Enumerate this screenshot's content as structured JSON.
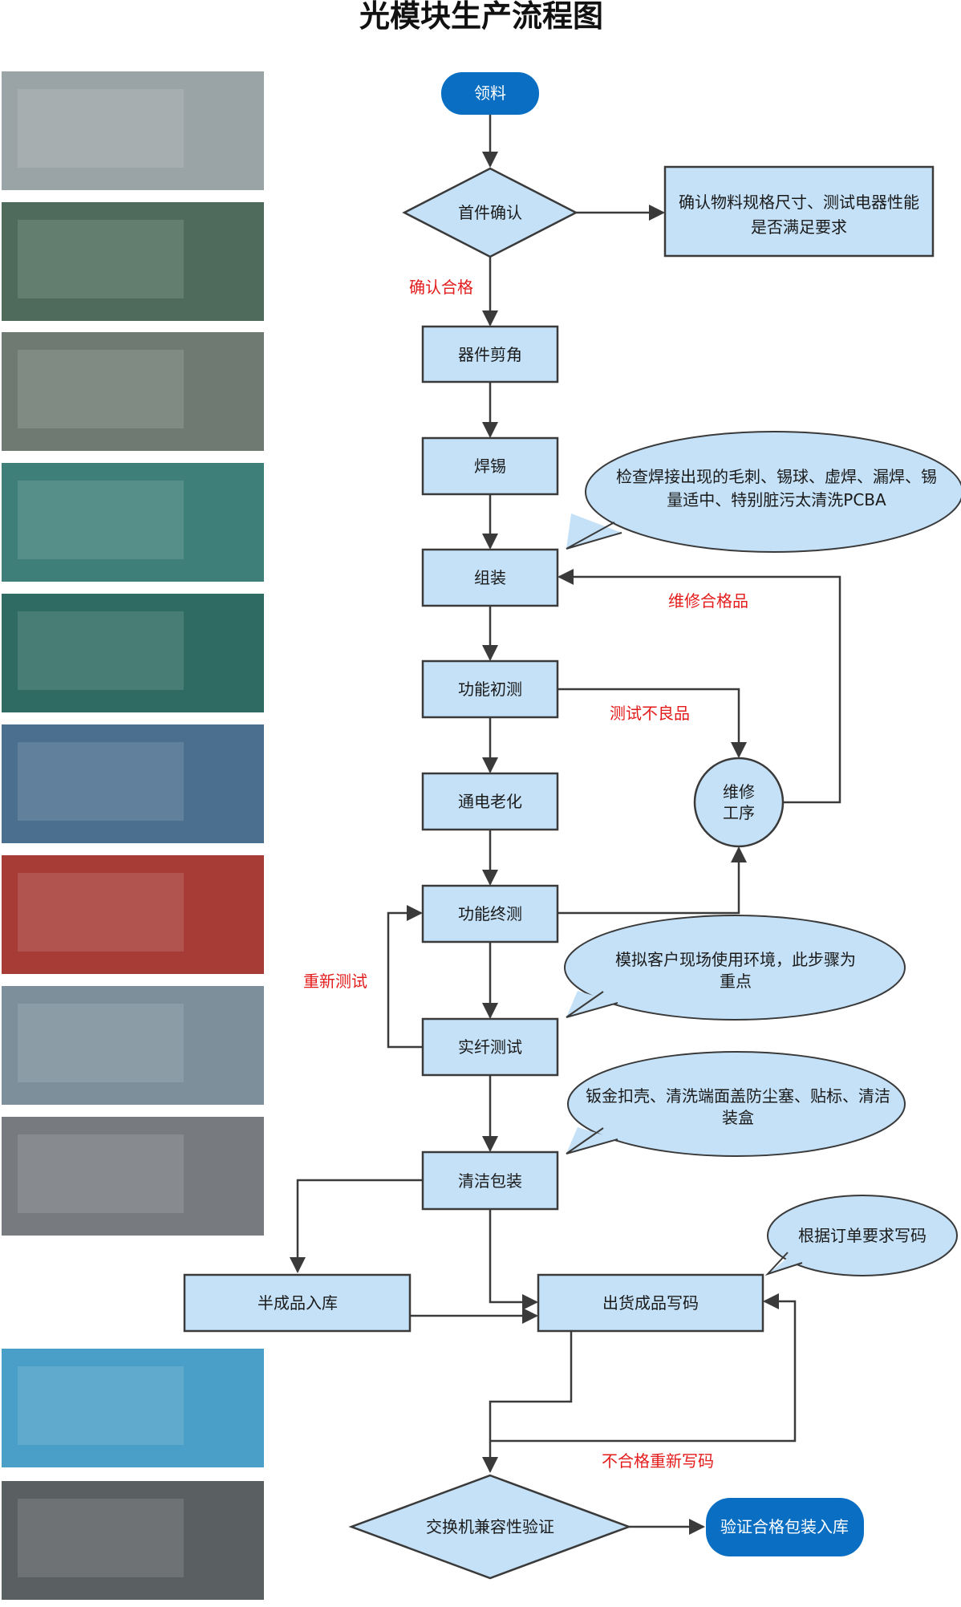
{
  "title": "光模块生产流程图",
  "colors": {
    "box_fill": "#c5e1f7",
    "terminal_fill": "#0a6fc2",
    "annotation_red": "#e41b1b",
    "line": "#3a3a3a"
  },
  "photos": [
    {
      "name": "photo-cabinet",
      "color": "#9aa3a6"
    },
    {
      "name": "photo-inspection",
      "color": "#4e6b5c"
    },
    {
      "name": "photo-cutting",
      "color": "#6f7b72"
    },
    {
      "name": "photo-soldering",
      "color": "#3f7f7a"
    },
    {
      "name": "photo-assembly",
      "color": "#2f6b63"
    },
    {
      "name": "photo-function-test",
      "color": "#4b6f8e"
    },
    {
      "name": "photo-burn-in",
      "color": "#a73c37"
    },
    {
      "name": "photo-fiber-test",
      "color": "#7d8f9a"
    },
    {
      "name": "photo-cleaning",
      "color": "#777b80"
    },
    {
      "name": "photo-packing",
      "color": "#4a9fc8"
    },
    {
      "name": "photo-switch-test",
      "color": "#5a5f62"
    }
  ],
  "nodes": {
    "pick": "领料",
    "first_confirm": "首件确认",
    "confirm_spec_line1": "确认物料规格尺寸、测试电器性能",
    "confirm_spec_line2": "是否满足要求",
    "cut": "器件剪角",
    "solder": "焊锡",
    "assemble": "组装",
    "func_first": "功能初测",
    "burn_in": "通电老化",
    "func_final": "功能终测",
    "repair_line1": "维修",
    "repair_line2": "工序",
    "fiber_test": "实纤测试",
    "clean_pack": "清洁包装",
    "semi_storage": "半成品入库",
    "ship_write": "出货成品写码",
    "switch_verify": "交换机兼容性验证",
    "verify_pass": "验证合格包装入库"
  },
  "callouts": {
    "solder_note_line1": "检查焊接出现的毛刺、锡球、虚焊、漏焊、锡",
    "solder_note_line2": "量适中、特别脏污太清洗PCBA",
    "env_note_line1": "模拟客户现场使用环境，此步骤为",
    "env_note_line2": "重点",
    "pack_note_line1": "钣金扣壳、清洗端面盖防尘塞、贴标、清洁",
    "pack_note_line2": "装盒",
    "order_note": "根据订单要求写码"
  },
  "annotations": {
    "confirm_ok": "确认合格",
    "repair_ok": "维修合格品",
    "test_fail": "测试不良品",
    "retest": "重新测试",
    "rewrite": "不合格重新写码"
  }
}
